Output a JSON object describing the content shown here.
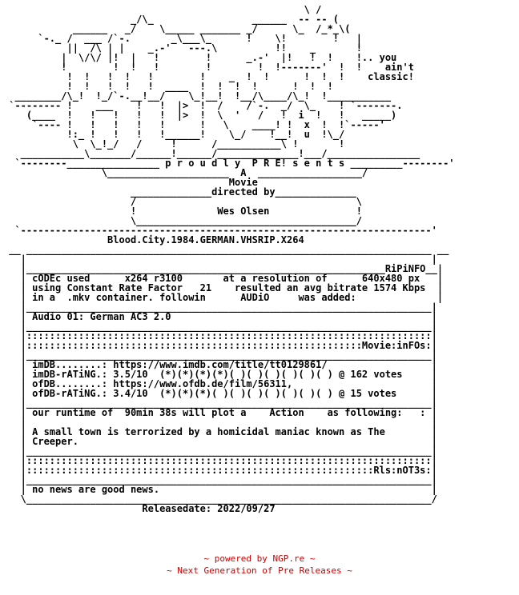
{
  "nfo": {
    "lines": [
      "                                                    \\ /",
      "                      _/\\_                 ______  -- -- (",
      "            ______   _/    \\_____ _______ _/      \\_  /_*_\\(",
      "      `-._ /  ___ /`-.       _\\___\\_      !    \\!        !   |",
      "           ||  /\\ | |    _.-'   ---.\\          !!    _       !",
      "          |  \\/\\/ |!  |   !        !      _.-'  |!   !  !    !.. you",
      "          !        !  !   !        !        !  !-------'  !  !    ain't",
      "           !  !   !  !   !        !    _  !  !      !  !  !    classic!",
      "           !  !   !  !   !  ____  !  !  !  !      !  !  !",
      "  ________/\\_!  !_/`-.__!__/    \\_!__!  !__/\\____/\\_!  !___________",
      " `-------- !    ___    !   !  |>  !  /    /`-.  _/  \\_    ! `-------.",
      "    (____  !   !   !   !   !  |>  !  \\  '   /   !  i  !   !   _____)",
      "     `---- !   !   !   !   !      !   \\    ____! !  x  !  !`-----'",
      "           !:_ !   !   !   !______!    \\_/    !__!  u  !\\_/",
      "            \\  \\_!_/   /     !      /___________\\ !       !",
      "   ___________\\_______/______!______/______________!___/________________",
      "  `--------________________ p r o u d l y  P R E! s e n t s _________--------'",
      "                 \\_____________________  A  __________________/",
      "                                       Movie",
      "                      ______________directed by______________",
      "                      /                                      \\",
      "                      !              Wes Olsen               !",
      "                      \\______________________________________/",
      "  `-----------------------------------------------------------------------'",
      "                  Blood.City.1984.GERMAN.VHSRIP.X264",
      " __ ______________________________________________________________________ __",
      "   |                                                                      |",
      "   |______________________________________________________________RiPiNFO__|",
      "   | cODEc used      x264 r3100       at a resolution of      640x480 px   |",
      "   | using Constant Rate Factor   21    resulted an avg bitrate 1574 Kbps  |",
      "   | in a  .mkv container. followin      AUDiO     was added:              |",
      "   |______________________________________________________________________|",
      "   | Audio 01: German AC3 2.0                                             |",
      "   |______________________________________________________________________|",
      "   |::::::::::::::::::::::::::::::::::::::::::::::::::::::::::::::::::::::|",
      "   |::::::::::::::::::::::::::::::::::::::::::::::::::::::::::Movie:inFOs:|",
      "   |______________________________________________________________________|",
      "   | imDB........: https://www.imdb.com/title/tt0129861/                  |",
      "   | imDB-rATiNG.: 3.5/10  (*)(*)(*)(*)( )( )( )( )( )( ) @ 162 votes     |",
      "   | ofDB........: https://www.ofdb.de/film/56311,                        |",
      "   | ofDB-rATiNG.: 3.4/10  (*)(*)(*)( )( )( )( )( )( )( ) @ 15 votes      |",
      "   |______________________________________________________________________|",
      "   | our runtime of  90min 38s will plot a    Action    as following:   : |",
      "   |                                                                      |",
      "   | A small town is terrorized by a homicidal maniac known as The        |",
      "   | Creeper.                                                             |",
      "   |______________________________________________________________________|",
      "   |::::::::::::::::::::::::::::::::::::::::::::::::::::::::::::::::::::::|",
      "   |::::::::::::::::::::::::::::::::::::::::::::::::::::::::::::Rls:nOT3s:|",
      "   |______________________________________________________________________|",
      "   | no news are good news.                                               |",
      "   \\______________________________________________________________________/",
      "                        Releasedate: 2022/09/27"
    ]
  },
  "footer": {
    "powered_by": "~ powered by NGP.re ~",
    "tagline": "~ Next Generation of Pre Releases ~"
  },
  "colors": {
    "text": "#000000",
    "footer": "#cc0000",
    "background": "#ffffff"
  }
}
